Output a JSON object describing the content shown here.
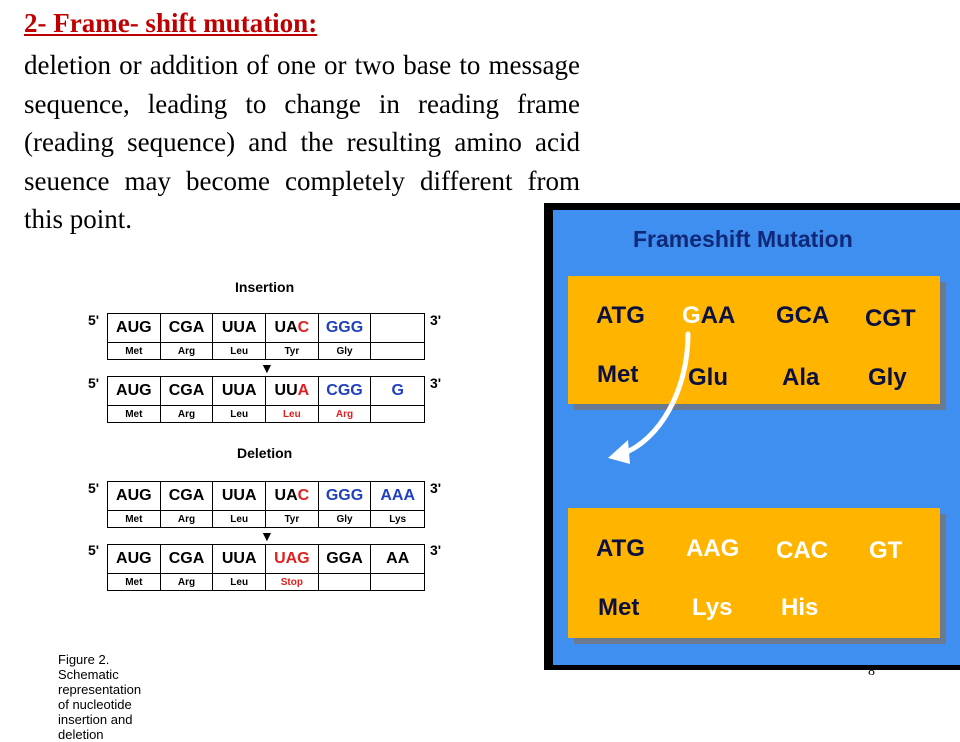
{
  "heading": "2- Frame- shift mutation:",
  "paragraph": "deletion or addition of one or two base to message sequence, leading to change in reading frame (reading sequence) and the resulting amino acid seuence may become completely different from this point.",
  "figure": {
    "insertion_title": "Insertion",
    "deletion_title": "Deletion",
    "five_prime": "5'",
    "three_prime": "3'",
    "arrow_glyph": "▼",
    "caption": "Figure 2. Schematic representation of nucleotide insertion and deletion",
    "insertion_original": {
      "codons": [
        {
          "plain": "AUG",
          "mut": ""
        },
        {
          "plain": "CGA",
          "mut": ""
        },
        {
          "plain": "UUA",
          "mut": ""
        },
        {
          "plain": "UA",
          "mut": "C"
        },
        {
          "plain": "",
          "blue": "GGG"
        },
        {
          "plain": ""
        }
      ],
      "amino_acids": [
        "Met",
        "Arg",
        "Leu",
        "Tyr",
        "Gly",
        ""
      ]
    },
    "insertion_mutant": {
      "codons": [
        {
          "plain": "AUG"
        },
        {
          "plain": "CGA"
        },
        {
          "plain": "UUA"
        },
        {
          "plain": "UU",
          "mut": "A"
        },
        {
          "blue": "CGG"
        },
        {
          "blue": "G"
        }
      ],
      "amino_acids": [
        {
          "text": "Met"
        },
        {
          "text": "Arg"
        },
        {
          "text": "Leu"
        },
        {
          "text": "Leu",
          "red": true
        },
        {
          "text": "Arg",
          "red": true
        },
        {
          "text": ""
        }
      ]
    },
    "deletion_original": {
      "codons": [
        {
          "plain": "AUG"
        },
        {
          "plain": "CGA"
        },
        {
          "plain": "UUA"
        },
        {
          "plain": "UA",
          "mut": "C"
        },
        {
          "blue": "GGG"
        },
        {
          "blue": "AAA"
        }
      ],
      "amino_acids": [
        "Met",
        "Arg",
        "Leu",
        "Tyr",
        "Gly",
        "Lys"
      ]
    },
    "deletion_mutant": {
      "codons": [
        {
          "plain": "AUG"
        },
        {
          "plain": "CGA"
        },
        {
          "plain": "UUA"
        },
        {
          "mut": "UAG"
        },
        {
          "plain": "GGA"
        },
        {
          "plain": "AA"
        }
      ],
      "amino_acids": [
        {
          "text": "Met"
        },
        {
          "text": "Arg"
        },
        {
          "text": "Leu"
        },
        {
          "text": "Stop",
          "red": true
        },
        {
          "text": ""
        },
        {
          "text": ""
        }
      ]
    }
  },
  "frameshift": {
    "title": "Frameshift Mutation",
    "top": {
      "codons": [
        "ATG",
        "AA",
        "GCA",
        "CGT"
      ],
      "shifted_base": "G",
      "amino_acids": [
        "Met",
        "Glu",
        "Ala",
        "Gly"
      ]
    },
    "bottom": {
      "codons": [
        "ATG",
        "AAG",
        "CAC",
        "GT"
      ],
      "amino_acids": [
        "Met",
        "Lys",
        "His"
      ]
    },
    "colors": {
      "background": "#3f8ff0",
      "panel": "#ffb400",
      "text": "#0a1040",
      "title": "#102878"
    }
  },
  "page_number": "8"
}
